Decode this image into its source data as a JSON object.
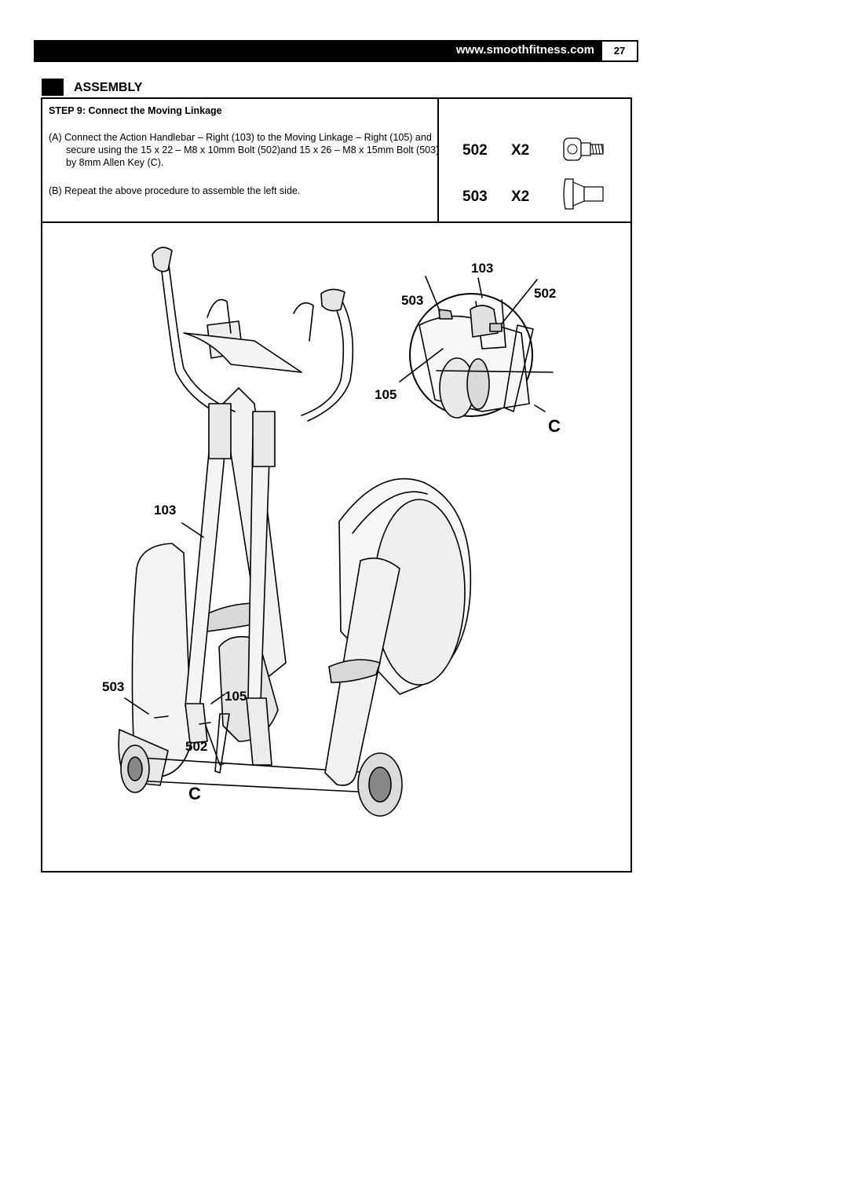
{
  "header": {
    "url": "www.smoothfitness.com",
    "page_number": "27"
  },
  "section": {
    "title": "ASSEMBLY"
  },
  "step": {
    "title": "STEP 9: Connect the Moving Linkage",
    "instruction_a": "(A) Connect the Action Handlebar – Right (103) to the Moving Linkage – Right (105) and secure using the 15 x 22 – M8 x 10mm Bolt (502)and 15 x 26 – M8 x 15mm Bolt  (503) by 8mm Allen Key (C).",
    "instruction_b": "(B) Repeat the above procedure to assemble the left side."
  },
  "hardware": [
    {
      "part": "502",
      "qty": "X2",
      "icon": "bolt-502-icon"
    },
    {
      "part": "503",
      "qty": "X2",
      "icon": "bolt-503-icon"
    }
  ],
  "diagram": {
    "detail_callouts": {
      "a": "103",
      "b": "503",
      "c": "502",
      "d": "105",
      "e": "C"
    },
    "main_callouts": {
      "a": "103",
      "b": "503",
      "c": "105",
      "d": "502",
      "e": "C"
    }
  }
}
